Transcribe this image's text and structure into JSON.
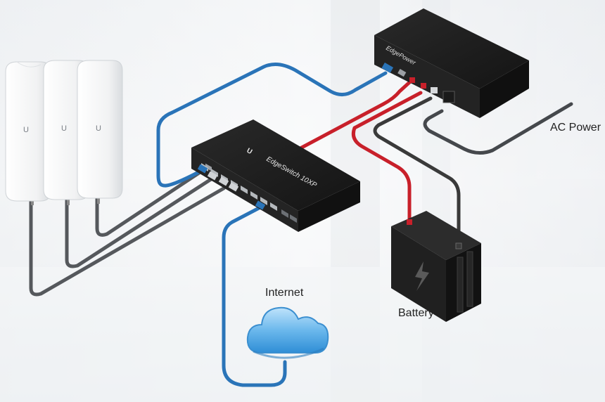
{
  "labels": {
    "internet": "Internet",
    "battery": "Battery",
    "ac_power": "AC Power"
  },
  "devices": {
    "switch_brand": "EdgeSwitch 10XP",
    "poe_brand": "EdgePower"
  },
  "colors": {
    "ethernet_cable": "#2a74b8",
    "dc_positive": "#c8202a",
    "dc_negative": "#3a3a3a",
    "device_body": "#1e1e1e",
    "cloud": "#5aaee6"
  },
  "icons": {
    "internet": "cloud-icon",
    "battery": "lightning-icon",
    "access_point_logo": "ubiquiti-logo-icon"
  }
}
